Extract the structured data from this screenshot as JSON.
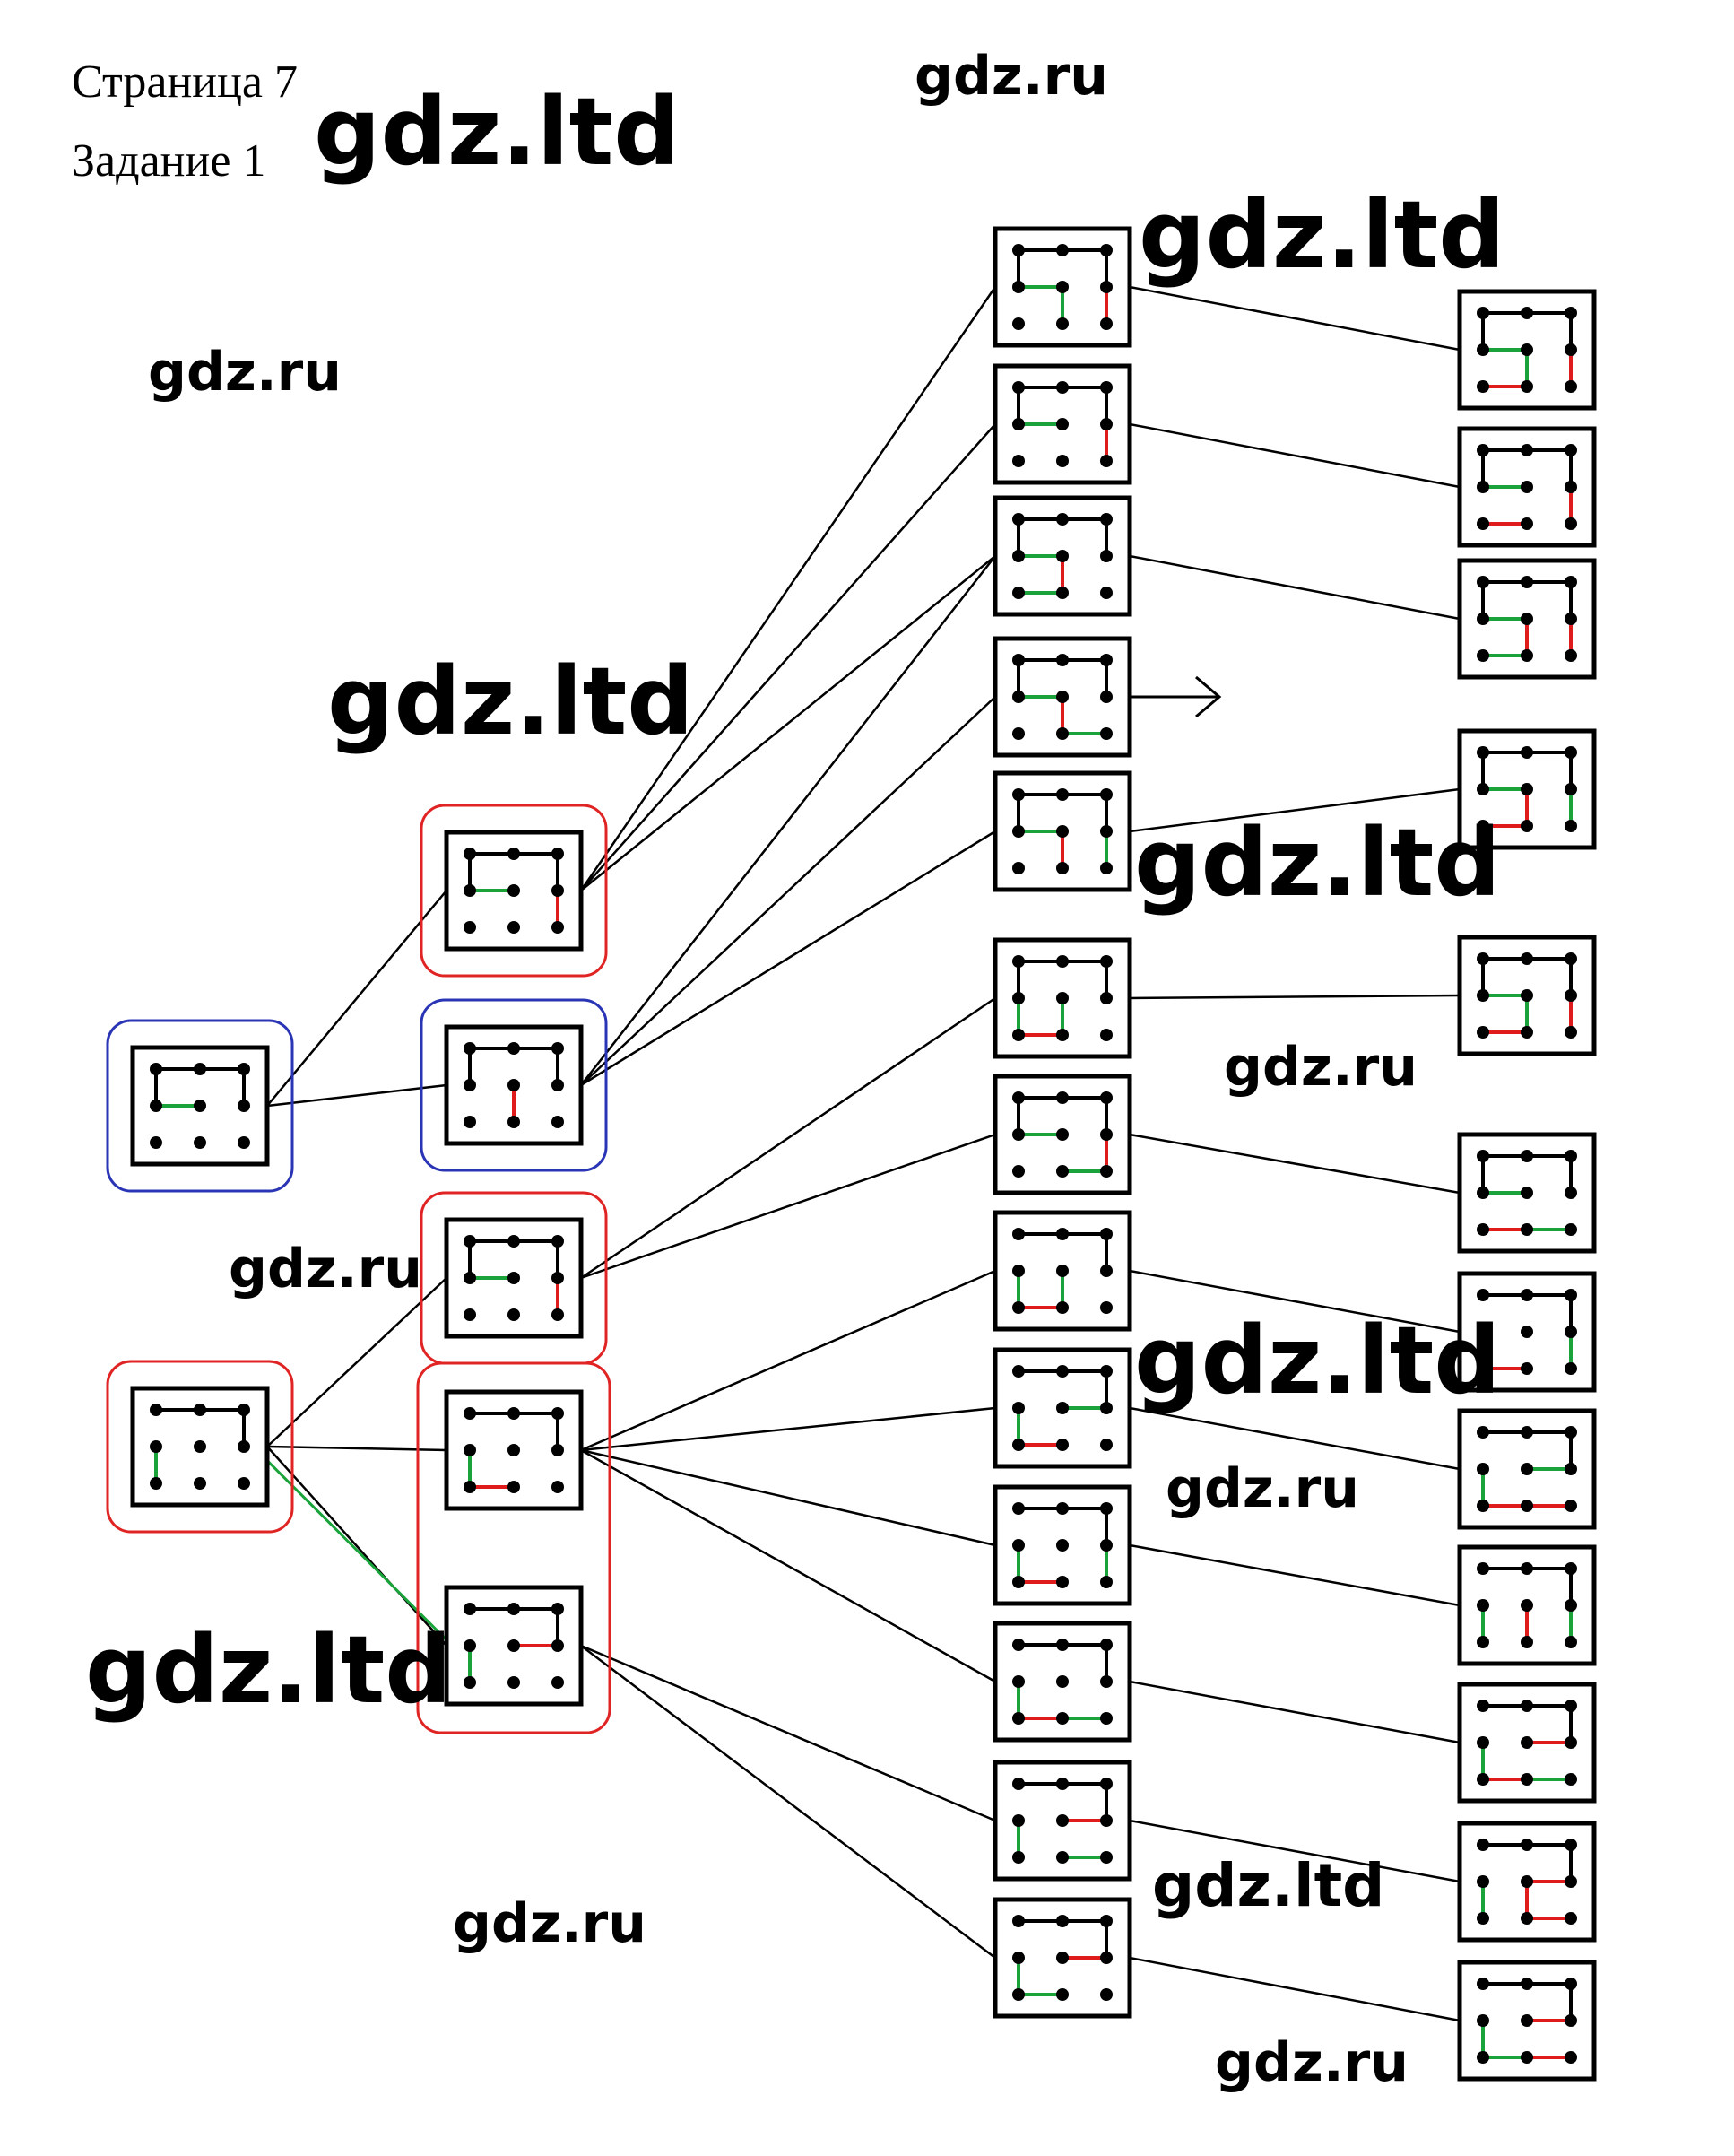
{
  "header": {
    "page_label": "Страница 7",
    "task_label": "Задание 1"
  },
  "watermarks": {
    "ltd": "gdz.ltd",
    "ru": "gdz.ru"
  },
  "colors": {
    "ink": "#000000",
    "green_segment": "#1aa33a",
    "red_segment": "#e01b1b",
    "red_frame": "#e02424",
    "blue_frame": "#2a35b5"
  },
  "diagram": {
    "description_free": true,
    "grid": "3x3 dot grid",
    "nodes": [
      {
        "id": "L1",
        "frame": "blue",
        "base": "A",
        "green": [
          [
            3,
            4
          ]
        ],
        "red": []
      },
      {
        "id": "L2",
        "frame": "red",
        "base": "B",
        "green": [
          [
            3,
            6
          ]
        ],
        "red": []
      },
      {
        "id": "M1",
        "frame": "red",
        "base": "A",
        "green": [
          [
            3,
            4
          ]
        ],
        "red": [
          [
            5,
            8
          ]
        ]
      },
      {
        "id": "M2",
        "frame": "blue",
        "base": "A",
        "green": [],
        "red": [
          [
            4,
            7
          ]
        ]
      },
      {
        "id": "M3",
        "frame": "red",
        "base": "A",
        "green": [
          [
            3,
            4
          ]
        ],
        "red": [
          [
            5,
            8
          ]
        ]
      },
      {
        "id": "M4",
        "frame": "red-group",
        "base": "B",
        "green": [
          [
            3,
            6
          ]
        ],
        "red": [
          [
            6,
            7
          ]
        ]
      },
      {
        "id": "M5",
        "frame": "red-group",
        "base": "B",
        "green": [
          [
            3,
            6
          ]
        ],
        "red": [
          [
            4,
            5
          ]
        ]
      },
      {
        "id": "C1",
        "base": "A",
        "green": [
          [
            3,
            4
          ],
          [
            4,
            7
          ]
        ],
        "red": [
          [
            5,
            8
          ]
        ]
      },
      {
        "id": "C2",
        "base": "A",
        "green": [
          [
            3,
            4
          ]
        ],
        "red": [
          [
            5,
            8
          ]
        ]
      },
      {
        "id": "C3",
        "base": "A",
        "green": [
          [
            3,
            4
          ],
          [
            6,
            7
          ]
        ],
        "red": [
          [
            4,
            7
          ]
        ]
      },
      {
        "id": "C4",
        "base": "A",
        "green": [
          [
            3,
            4
          ],
          [
            7,
            8
          ]
        ],
        "red": [
          [
            4,
            7
          ]
        ]
      },
      {
        "id": "C5",
        "base": "A",
        "green": [
          [
            3,
            4
          ],
          [
            5,
            8
          ]
        ],
        "red": [
          [
            4,
            7
          ]
        ]
      },
      {
        "id": "C6",
        "base": "A",
        "green": [
          [
            3,
            6
          ],
          [
            4,
            7
          ]
        ],
        "red": [
          [
            6,
            7
          ]
        ]
      },
      {
        "id": "C7",
        "base": "A",
        "green": [
          [
            3,
            4
          ],
          [
            7,
            8
          ]
        ],
        "red": [
          [
            5,
            8
          ]
        ]
      },
      {
        "id": "C8",
        "base": "B",
        "green": [
          [
            3,
            6
          ],
          [
            4,
            7
          ]
        ],
        "red": [
          [
            6,
            7
          ]
        ]
      },
      {
        "id": "C9",
        "base": "B",
        "green": [
          [
            3,
            6
          ],
          [
            4,
            5
          ]
        ],
        "red": [
          [
            6,
            7
          ]
        ]
      },
      {
        "id": "C10",
        "base": "B",
        "green": [
          [
            3,
            6
          ],
          [
            5,
            8
          ]
        ],
        "red": [
          [
            6,
            7
          ]
        ]
      },
      {
        "id": "C11",
        "base": "B",
        "green": [
          [
            3,
            6
          ],
          [
            7,
            8
          ]
        ],
        "red": [
          [
            6,
            7
          ]
        ]
      },
      {
        "id": "C12",
        "base": "B",
        "green": [
          [
            3,
            6
          ],
          [
            7,
            8
          ]
        ],
        "red": [
          [
            4,
            5
          ]
        ]
      },
      {
        "id": "C13",
        "base": "B",
        "green": [
          [
            3,
            6
          ],
          [
            6,
            7
          ]
        ],
        "red": [
          [
            4,
            5
          ]
        ]
      },
      {
        "id": "R1",
        "base": "A",
        "green": [
          [
            3,
            4
          ],
          [
            4,
            7
          ]
        ],
        "red": [
          [
            5,
            8
          ],
          [
            6,
            7
          ]
        ]
      },
      {
        "id": "R2",
        "base": "A",
        "green": [
          [
            3,
            4
          ]
        ],
        "red": [
          [
            5,
            8
          ],
          [
            6,
            7
          ]
        ]
      },
      {
        "id": "R3",
        "base": "A",
        "green": [
          [
            3,
            4
          ],
          [
            6,
            7
          ]
        ],
        "red": [
          [
            4,
            7
          ],
          [
            5,
            8
          ]
        ]
      },
      {
        "id": "R4",
        "base": "A",
        "green": [
          [
            3,
            4
          ],
          [
            5,
            8
          ]
        ],
        "red": [
          [
            4,
            7
          ],
          [
            6,
            7
          ]
        ]
      },
      {
        "id": "R5",
        "base": "A",
        "green": [
          [
            3,
            4
          ],
          [
            4,
            7
          ]
        ],
        "red": [
          [
            6,
            7
          ],
          [
            5,
            8
          ]
        ]
      },
      {
        "id": "R6",
        "base": "A",
        "green": [
          [
            3,
            4
          ],
          [
            7,
            8
          ]
        ],
        "red": [
          [
            6,
            7
          ]
        ]
      },
      {
        "id": "R7",
        "base": "B",
        "green": [
          [
            3,
            6
          ],
          [
            5,
            8
          ]
        ],
        "red": [
          [
            6,
            7
          ]
        ]
      },
      {
        "id": "R8",
        "base": "B",
        "green": [
          [
            3,
            6
          ],
          [
            4,
            5
          ]
        ],
        "red": [
          [
            6,
            7
          ],
          [
            7,
            8
          ]
        ]
      },
      {
        "id": "R9",
        "base": "B",
        "green": [
          [
            3,
            6
          ],
          [
            5,
            8
          ]
        ],
        "red": [
          [
            4,
            7
          ]
        ]
      },
      {
        "id": "R10",
        "base": "B",
        "green": [
          [
            3,
            6
          ],
          [
            7,
            8
          ]
        ],
        "red": [
          [
            4,
            5
          ],
          [
            6,
            7
          ]
        ]
      },
      {
        "id": "R11",
        "base": "B",
        "green": [
          [
            3,
            6
          ]
        ],
        "red": [
          [
            4,
            5
          ],
          [
            4,
            7
          ],
          [
            7,
            8
          ]
        ]
      },
      {
        "id": "R12",
        "base": "B",
        "green": [
          [
            3,
            6
          ],
          [
            6,
            7
          ]
        ],
        "red": [
          [
            4,
            5
          ],
          [
            7,
            8
          ]
        ]
      }
    ],
    "edges": [
      [
        "L1",
        "M1"
      ],
      [
        "L1",
        "M2"
      ],
      [
        "L2",
        "M3"
      ],
      [
        "L2",
        "M4"
      ],
      [
        "L2",
        "M5"
      ],
      [
        "M1",
        "C1"
      ],
      [
        "M1",
        "C2"
      ],
      [
        "M1",
        "C3"
      ],
      [
        "M2",
        "C4"
      ],
      [
        "M2",
        "C5"
      ],
      [
        "M2",
        "C3"
      ],
      [
        "M3",
        "C6"
      ],
      [
        "M3",
        "C7"
      ],
      [
        "M4",
        "C8"
      ],
      [
        "M4",
        "C9"
      ],
      [
        "M4",
        "C10"
      ],
      [
        "M4",
        "C11"
      ],
      [
        "M5",
        "C12"
      ],
      [
        "M5",
        "C13"
      ],
      [
        "C1",
        "R1"
      ],
      [
        "C2",
        "R2"
      ],
      [
        "C3",
        "R3"
      ],
      [
        "C5",
        "R4"
      ],
      [
        "C6",
        "R5"
      ],
      [
        "C7",
        "R6"
      ],
      [
        "C8",
        "R7"
      ],
      [
        "C9",
        "R8"
      ],
      [
        "C10",
        "R9"
      ],
      [
        "C11",
        "R10"
      ],
      [
        "C12",
        "R11"
      ],
      [
        "C13",
        "R12"
      ]
    ],
    "arrow_from": "C4"
  }
}
